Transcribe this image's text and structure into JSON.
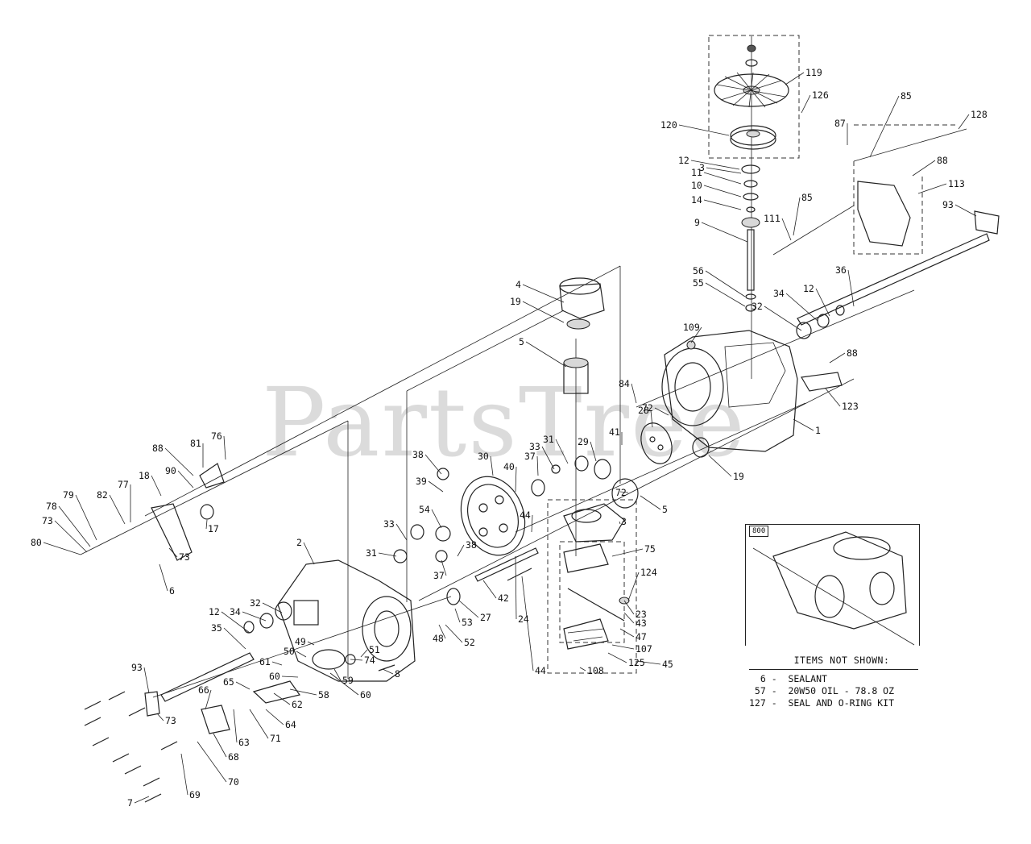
{
  "watermark": "PartsTree",
  "inset_tag": "800",
  "notes": {
    "heading": "ITEMS NOT SHOWN:",
    "rows": [
      "  6 -  SEALANT",
      " 57 -  20W50 OIL - 78.8 OZ",
      "127 -  SEAL AND O-RING KIT"
    ]
  },
  "callouts": [
    "119",
    "126",
    "120",
    "12",
    "3",
    "11",
    "10",
    "14",
    "9",
    "87",
    "85",
    "128",
    "88",
    "113",
    "93",
    "85",
    "111",
    "56",
    "55",
    "36",
    "12",
    "34",
    "32",
    "109",
    "88",
    "123",
    "1",
    "4",
    "19",
    "5",
    "84",
    "28",
    "72",
    "31",
    "29",
    "41",
    "33",
    "37",
    "30",
    "38",
    "39",
    "40",
    "54",
    "44",
    "72",
    "5",
    "19",
    "3",
    "75",
    "124",
    "23",
    "43",
    "47",
    "107",
    "45",
    "125",
    "108",
    "44",
    "24",
    "42",
    "27",
    "53",
    "52",
    "48",
    "38",
    "37",
    "33",
    "31",
    "81",
    "88",
    "76",
    "90",
    "18",
    "17",
    "82",
    "77",
    "79",
    "78",
    "73",
    "80",
    "6",
    "73",
    "2",
    "12",
    "34",
    "32",
    "35",
    "49",
    "50",
    "61",
    "60",
    "59",
    "60",
    "74",
    "51",
    "8",
    "58",
    "62",
    "64",
    "65",
    "63",
    "71",
    "66",
    "68",
    "70",
    "69",
    "7",
    "73",
    "93"
  ]
}
